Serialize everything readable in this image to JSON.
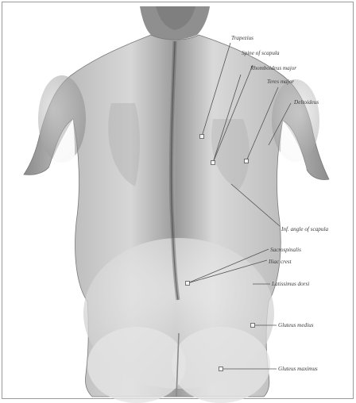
{
  "figure": {
    "labels": {
      "trapezius": "Trapezius",
      "spine_scapula": "Spine of scapula",
      "rhomboideus_major": "Rhomboideus major",
      "teres_major": "Teres major",
      "deltoideus": "Deltoideus",
      "inf_angle_scapula": "Inf. angle of scapula",
      "sacrospinalis": "Sacrospinalis",
      "iliac_crest": "Iliac crest",
      "latissimus_dorsi": "Latissimus dorsi",
      "gluteus_medius": "Gluteus medius",
      "gluteus_maximus": "Gluteus maximus"
    },
    "colors": {
      "background": "#ffffff",
      "skin_light": "#e6e6e6",
      "skin_mid": "#bdbdbd",
      "skin_dark": "#6f6f6f",
      "line": "#555555"
    }
  }
}
